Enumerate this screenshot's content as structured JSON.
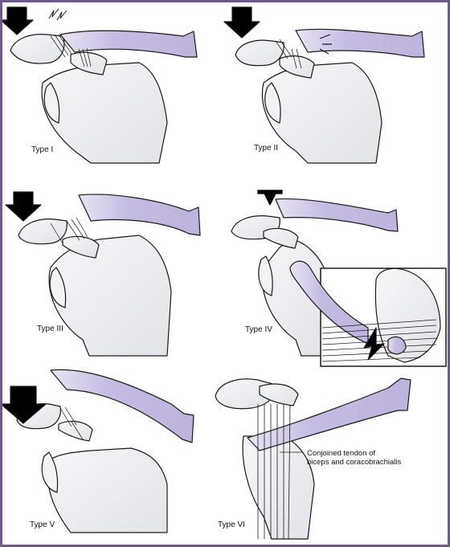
{
  "panels": [
    {
      "label": "Type I"
    },
    {
      "label": "Type II"
    },
    {
      "label": "Type III"
    },
    {
      "label": "Type IV"
    },
    {
      "label": "Type V"
    },
    {
      "label": "Type VI"
    }
  ],
  "annotation": {
    "line1": "Conjoined tendon of",
    "line2": "biceps and coracobrachialis"
  },
  "colors": {
    "border": "#6f5a8f",
    "clavicle": "#c9c0e4",
    "bone": "#ecedf0",
    "outline": "#1a1a1a",
    "arrow": "#000000"
  }
}
